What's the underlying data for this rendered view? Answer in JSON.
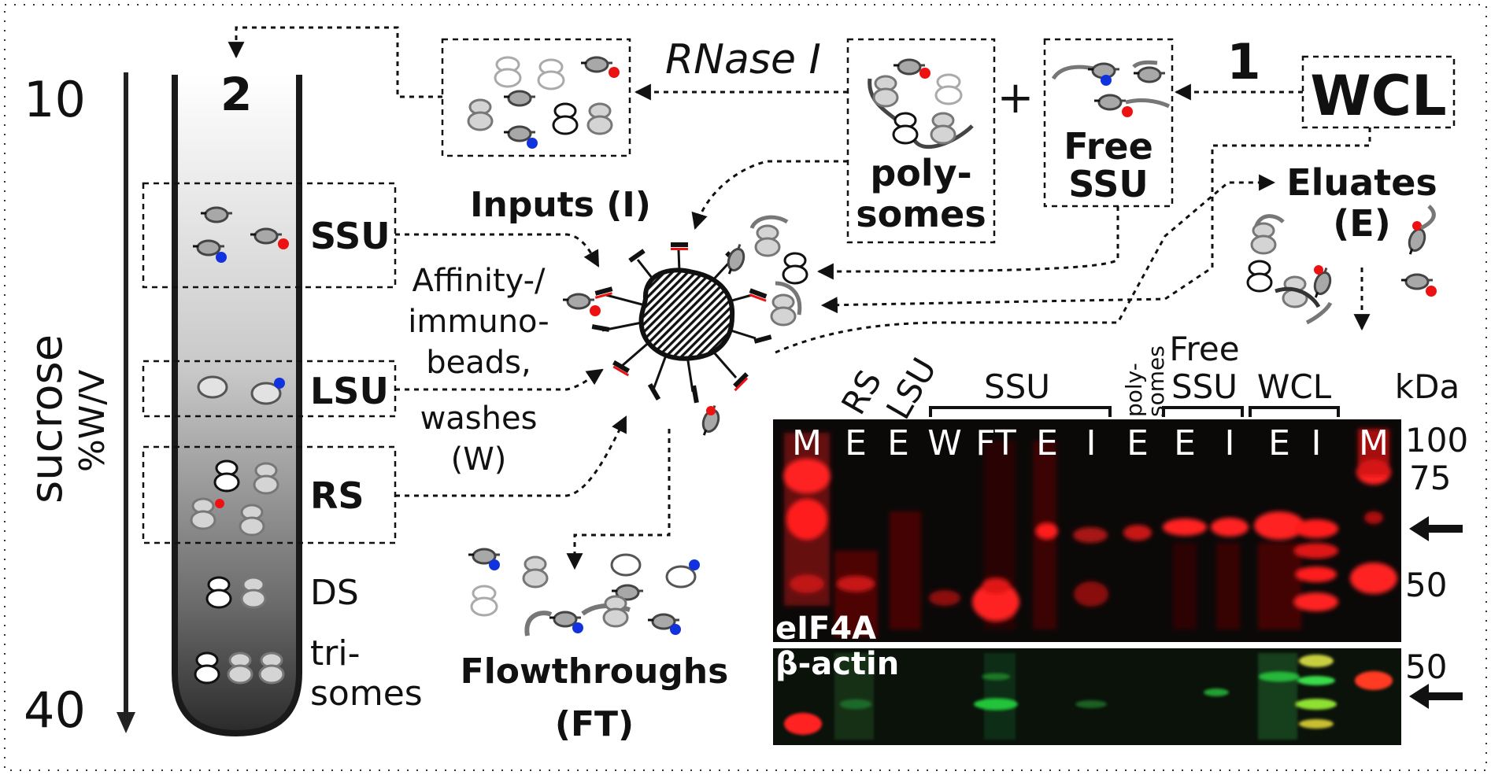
{
  "gradient": {
    "top": "10",
    "bottom": "40",
    "axis_title": "sucrose",
    "axis_unit": "%W/V"
  },
  "step_labels": {
    "step1": "1",
    "step2": "2"
  },
  "process": {
    "rnase": "RNase I",
    "wcl": "WCL",
    "plus": "+",
    "free_ssu": [
      "Free",
      "SSU"
    ],
    "polysomes": [
      "poly-",
      "somes"
    ],
    "inputs": "Inputs (I)",
    "eluates": [
      "Eluates",
      "(E)"
    ],
    "beads": [
      "Affinity-/",
      "immuno-",
      "beads,",
      "washes",
      "(W)"
    ],
    "flowthroughs": [
      "Flowthroughs",
      "(FT)"
    ]
  },
  "tube_fractions": [
    "SSU",
    "LSU",
    "RS",
    "DS",
    "tri-",
    "somes"
  ],
  "blot": {
    "group_labels": [
      "RS",
      "LSU",
      "SSU",
      "poly-",
      "somes",
      "Free",
      "SSU",
      "WCL",
      "kDa"
    ],
    "lanes": [
      "M",
      "E",
      "E",
      "W",
      "FT",
      "E",
      "I",
      "E",
      "E",
      "I",
      "E",
      "I",
      "M"
    ],
    "top_panel_label": "eIF4A",
    "bottom_panel_label": "β-actin",
    "mw_top": [
      "100",
      "75",
      "50"
    ],
    "mw_bottom": [
      "50"
    ]
  },
  "colors": {
    "ink": "#111111",
    "ribosome_gray": "#9a9a9a",
    "ribosome_light": "#d6d6d6",
    "tag_red": "#ee1111",
    "tag_blue": "#1133dd",
    "blot_red": "#ff1a1a",
    "blot_green": "#24c43a",
    "blot_bg": "#0a0a0a"
  }
}
